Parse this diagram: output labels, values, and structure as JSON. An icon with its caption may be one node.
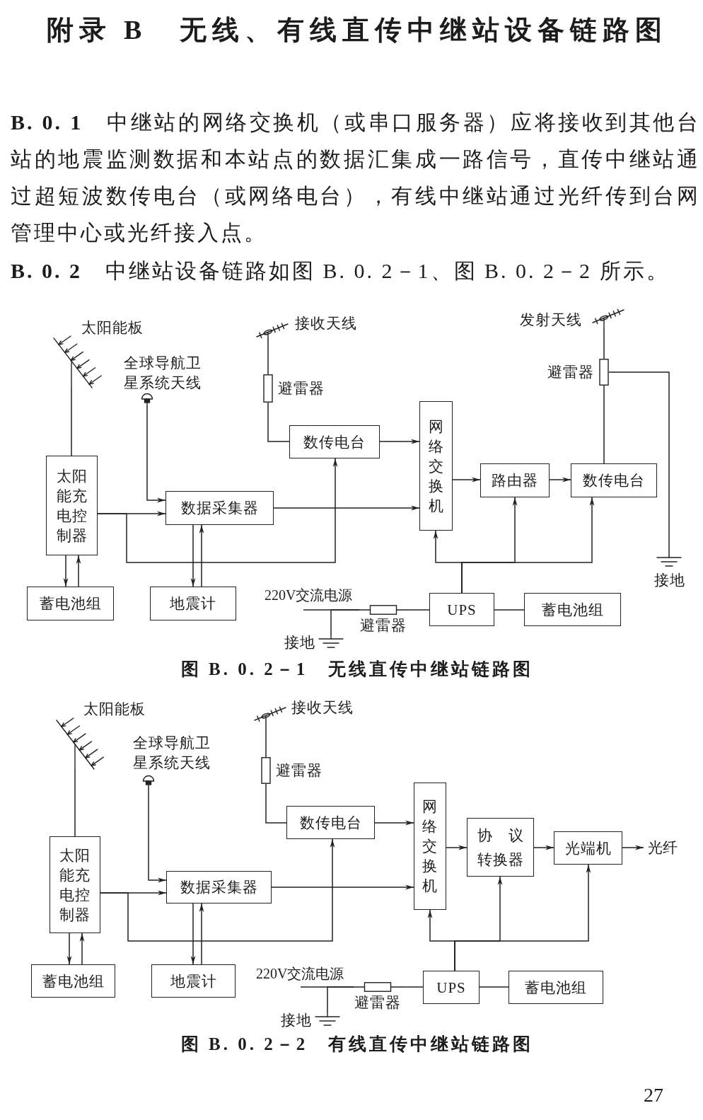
{
  "diagram": {
    "title": "附录 B　无线、有线直传中继站设备链路图",
    "nodes": [
      {
        "text": [
          "太阳能板"
        ]
      },
      {
        "text": [
          "接收天线"
        ]
      },
      {
        "text": [
          "发射天线"
        ]
      },
      {
        "text": [
          "全球导航卫星系统天线"
        ]
      },
      {
        "text": [
          "避雷器"
        ]
      },
      {
        "text": [
          "避雷器"
        ]
      },
      {
        "text": [
          "数传电台"
        ]
      },
      {
        "text": [
          "网络交换机"
        ]
      },
      {
        "text": [
          "太阳能充电控制器"
        ]
      },
      {
        "text": [
          "路由器"
        ]
      },
      {
        "text": [
          "数传电台"
        ]
      },
      {
        "text": [
          "数据采集器"
        ]
      },
      {
        "text": [
          "接地"
        ]
      },
      {
        "text": [
          "蓄电池组"
        ]
      },
      {
        "text": [
          "地震计"
        ]
      },
      {
        "text": [
          "220V交流电源"
        ]
      },
      {
        "text": [
          "UPS"
        ]
      },
      {
        "text": [
          "蓄电池组"
        ]
      },
      {
        "text": [
          "避雷器"
        ]
      },
      {
        "text": [
          "接地"
        ]
      },
      {
        "text": [
          "太阳能板"
        ]
      },
      {
        "text": [
          "接收天线"
        ]
      },
      {
        "text": [
          "全球导航卫星系统天线"
        ]
      },
      {
        "text": [
          "避雷器"
        ]
      },
      {
        "text": [
          "数传电台"
        ]
      },
      {
        "text": [
          "网络交换机"
        ]
      },
      {
        "text": [
          "协　议转换器"
        ]
      },
      {
        "text": [
          "光端机"
        ]
      },
      {
        "text": [
          "光纤"
        ]
      },
      {
        "text": [
          "太阳能充电控制器"
        ]
      },
      {
        "text": [
          "数据采集器"
        ]
      },
      {
        "text": [
          "蓄电池组"
        ]
      },
      {
        "text": [
          "地震计"
        ]
      },
      {
        "text": [
          "220V交流电源"
        ]
      },
      {
        "text": [
          "UPS"
        ]
      },
      {
        "text": [
          "蓄电池组"
        ]
      },
      {
        "text": [
          "避雷器"
        ]
      },
      {
        "text": [
          "接地"
        ]
      }
    ],
    "edges": [
      {
        "from": 0,
        "to": 8,
        "arrow": "none"
      },
      {
        "from": 3,
        "to": 11,
        "arrow": "to"
      },
      {
        "from": 1,
        "to": 4,
        "arrow": "none"
      },
      {
        "from": 4,
        "to": 6,
        "arrow": "none"
      },
      {
        "from": 6,
        "to": 7,
        "arrow": "to"
      },
      {
        "from": 8,
        "to": 11,
        "arrow": "to"
      },
      {
        "from": 8,
        "to": 6,
        "arrow": "to"
      },
      {
        "from": 11,
        "to": 7,
        "arrow": "to"
      },
      {
        "from": 8,
        "to": 13,
        "arrow": "to"
      },
      {
        "from": 13,
        "to": 8,
        "arrow": "to"
      },
      {
        "from": 11,
        "to": 14,
        "arrow": "to"
      },
      {
        "from": 14,
        "to": 11,
        "arrow": "to"
      },
      {
        "from": 7,
        "to": 9,
        "arrow": "to"
      },
      {
        "from": 9,
        "to": 10,
        "arrow": "to"
      },
      {
        "from": 10,
        "to": 5,
        "arrow": "none"
      },
      {
        "from": 5,
        "to": 2,
        "arrow": "none"
      },
      {
        "from": 5,
        "to": 12,
        "arrow": "none"
      },
      {
        "from": 16,
        "to": 7,
        "arrow": "to"
      },
      {
        "from": 16,
        "to": 9,
        "arrow": "to"
      },
      {
        "from": 16,
        "to": 10,
        "arrow": "to"
      },
      {
        "from": 15,
        "to": 18,
        "arrow": "none"
      },
      {
        "from": 19,
        "to": 18,
        "arrow": "none"
      },
      {
        "from": 18,
        "to": 16,
        "arrow": "none"
      },
      {
        "from": 16,
        "to": 17,
        "arrow": "none"
      },
      {
        "from": 20,
        "to": 29,
        "arrow": "none"
      },
      {
        "from": 22,
        "to": 30,
        "arrow": "to"
      },
      {
        "from": 21,
        "to": 23,
        "arrow": "none"
      },
      {
        "from": 23,
        "to": 24,
        "arrow": "none"
      },
      {
        "from": 24,
        "to": 25,
        "arrow": "to"
      },
      {
        "from": 29,
        "to": 30,
        "arrow": "to"
      },
      {
        "from": 29,
        "to": 24,
        "arrow": "to"
      },
      {
        "from": 30,
        "to": 25,
        "arrow": "to"
      },
      {
        "from": 29,
        "to": 31,
        "arrow": "to"
      },
      {
        "from": 31,
        "to": 29,
        "arrow": "to"
      },
      {
        "from": 30,
        "to": 32,
        "arrow": "to"
      },
      {
        "from": 32,
        "to": 30,
        "arrow": "to"
      },
      {
        "from": 25,
        "to": 26,
        "arrow": "to"
      },
      {
        "from": 26,
        "to": 27,
        "arrow": "to"
      },
      {
        "from": 27,
        "to": 28,
        "arrow": "to"
      },
      {
        "from": 34,
        "to": 25,
        "arrow": "to"
      },
      {
        "from": 34,
        "to": 26,
        "arrow": "to"
      },
      {
        "from": 34,
        "to": 27,
        "arrow": "to"
      },
      {
        "from": 33,
        "to": 36,
        "arrow": "none"
      },
      {
        "from": 37,
        "to": 36,
        "arrow": "none"
      },
      {
        "from": 36,
        "to": 34,
        "arrow": "none"
      },
      {
        "from": 34,
        "to": 35,
        "arrow": "none"
      }
    ],
    "labels": [
      "**B. 0. 1**　中继站的网络交换机（或串口服务器）应将接收到其他台站的地震监测数据和本站点的数据汇集成一路信号，直传中继站通过超短波数传电台（或网络电台），有线中继站通过光纤传到台网管理中心或光纤接入点。",
      "**B. 0. 2**　中继站设备链路如图 B. 0. 2－1、图 B. 0. 2－2 所示。",
      "图 B. 0. 2－1　无线直传中继站链路图",
      "图 B. 0. 2－2　有线直传中继站链路图",
      "27"
    ]
  }
}
